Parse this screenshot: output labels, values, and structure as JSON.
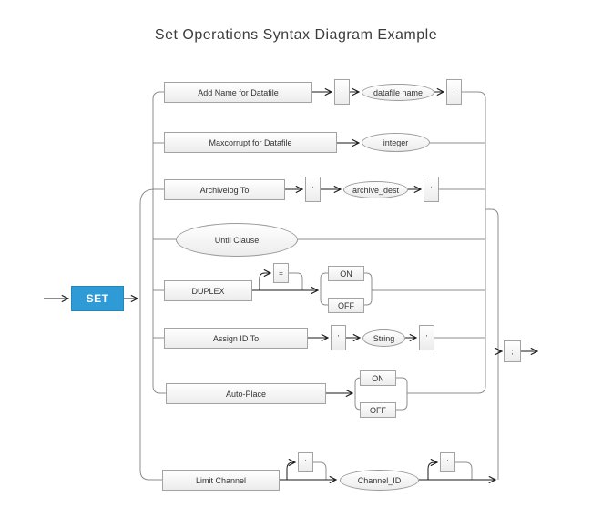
{
  "title": "Set Operations Syntax Diagram Example",
  "colors": {
    "start_fill": "#2e9bd6",
    "node_border": "#a3a3a3",
    "connector_line": "#8c8c8c",
    "arrow": "#1a1a1a"
  },
  "diagram": {
    "start": {
      "label": "SET"
    },
    "terminator": {
      "label": ";"
    },
    "rows": [
      {
        "elements": [
          {
            "type": "box",
            "label": "Add Name for Datafile"
          },
          {
            "type": "quote",
            "label": "'"
          },
          {
            "type": "ellipse",
            "label": "datafile name"
          },
          {
            "type": "quote",
            "label": "'"
          }
        ]
      },
      {
        "elements": [
          {
            "type": "box",
            "label": "Maxcorrupt for Datafile"
          },
          {
            "type": "ellipse",
            "label": "integer"
          }
        ]
      },
      {
        "elements": [
          {
            "type": "box",
            "label": "Archivelog To"
          },
          {
            "type": "quote",
            "label": "'"
          },
          {
            "type": "ellipse",
            "label": "archive_dest"
          },
          {
            "type": "quote",
            "label": "'"
          }
        ]
      },
      {
        "elements": [
          {
            "type": "ellipse",
            "label": "Until Clause"
          }
        ]
      },
      {
        "elements": [
          {
            "type": "box",
            "label": "DUPLEX"
          },
          {
            "type": "quote",
            "label": "="
          },
          {
            "type": "box",
            "label": "ON"
          },
          {
            "type": "box",
            "label": "OFF"
          }
        ]
      },
      {
        "elements": [
          {
            "type": "box",
            "label": "Assign ID To"
          },
          {
            "type": "quote",
            "label": "'"
          },
          {
            "type": "ellipse",
            "label": "String"
          },
          {
            "type": "quote",
            "label": "'"
          }
        ]
      },
      {
        "elements": [
          {
            "type": "box",
            "label": "Auto-Place"
          },
          {
            "type": "box",
            "label": "ON"
          },
          {
            "type": "box",
            "label": "OFF"
          }
        ]
      },
      {
        "elements": [
          {
            "type": "box",
            "label": "Limit Channel"
          },
          {
            "type": "quote",
            "label": "'"
          },
          {
            "type": "ellipse",
            "label": "Channel_ID"
          },
          {
            "type": "quote",
            "label": "'"
          }
        ]
      }
    ]
  }
}
